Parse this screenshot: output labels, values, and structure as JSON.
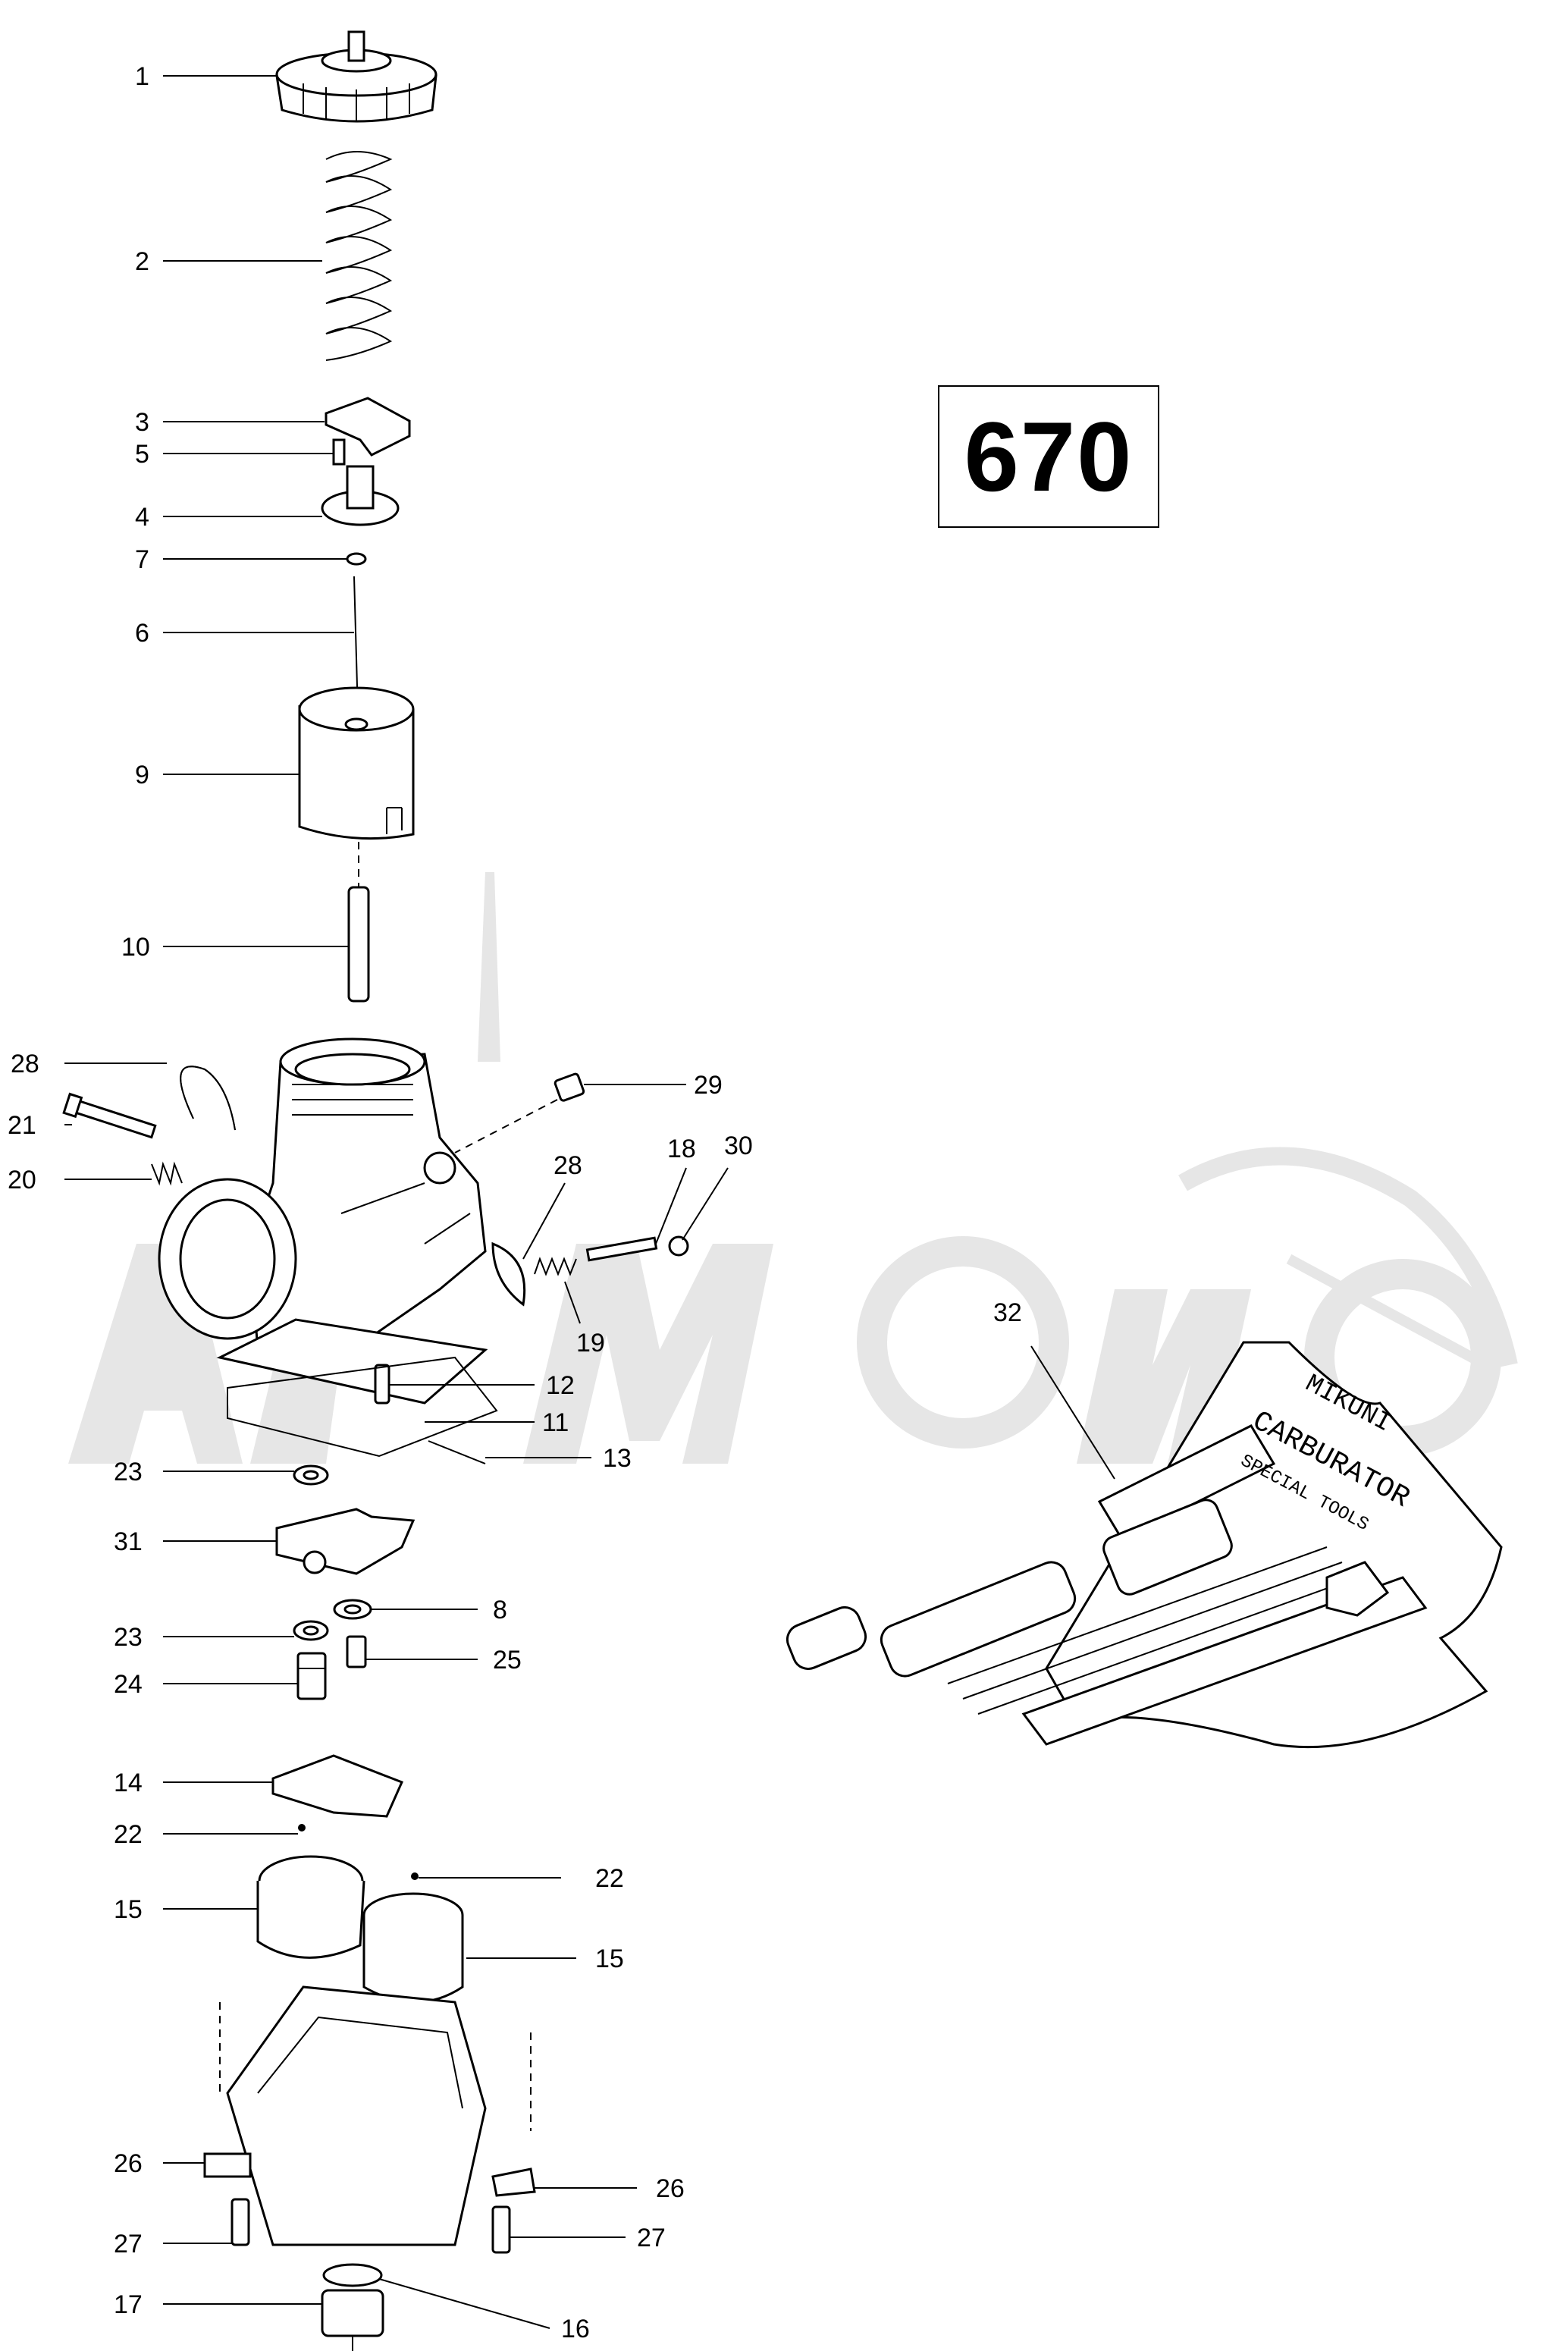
{
  "model_number": "670",
  "callouts": [
    {
      "id": "c1",
      "label": "1"
    },
    {
      "id": "c2",
      "label": "2"
    },
    {
      "id": "c3",
      "label": "3"
    },
    {
      "id": "c5",
      "label": "5"
    },
    {
      "id": "c4",
      "label": "4"
    },
    {
      "id": "c7",
      "label": "7"
    },
    {
      "id": "c6",
      "label": "6"
    },
    {
      "id": "c9",
      "label": "9"
    },
    {
      "id": "c10",
      "label": "10"
    },
    {
      "id": "c28a",
      "label": "28"
    },
    {
      "id": "c21",
      "label": "21"
    },
    {
      "id": "c20",
      "label": "20"
    },
    {
      "id": "c29",
      "label": "29"
    },
    {
      "id": "c28b",
      "label": "28"
    },
    {
      "id": "c18",
      "label": "18"
    },
    {
      "id": "c30",
      "label": "30"
    },
    {
      "id": "c19",
      "label": "19"
    },
    {
      "id": "c12",
      "label": "12"
    },
    {
      "id": "c11",
      "label": "11"
    },
    {
      "id": "c13",
      "label": "13"
    },
    {
      "id": "c23a",
      "label": "23"
    },
    {
      "id": "c31",
      "label": "31"
    },
    {
      "id": "c8",
      "label": "8"
    },
    {
      "id": "c23b",
      "label": "23"
    },
    {
      "id": "c25",
      "label": "25"
    },
    {
      "id": "c24",
      "label": "24"
    },
    {
      "id": "c14",
      "label": "14"
    },
    {
      "id": "c22a",
      "label": "22"
    },
    {
      "id": "c22b",
      "label": "22"
    },
    {
      "id": "c15a",
      "label": "15"
    },
    {
      "id": "c15b",
      "label": "15"
    },
    {
      "id": "c26a",
      "label": "26"
    },
    {
      "id": "c26b",
      "label": "26"
    },
    {
      "id": "c27a",
      "label": "27"
    },
    {
      "id": "c27b",
      "label": "27"
    },
    {
      "id": "c17",
      "label": "17"
    },
    {
      "id": "c16",
      "label": "16"
    },
    {
      "id": "c32",
      "label": "32"
    }
  ],
  "tool_roll_text": [
    "MIKUNI",
    "CARBURATOR",
    "SPECIAL TOOLS"
  ]
}
